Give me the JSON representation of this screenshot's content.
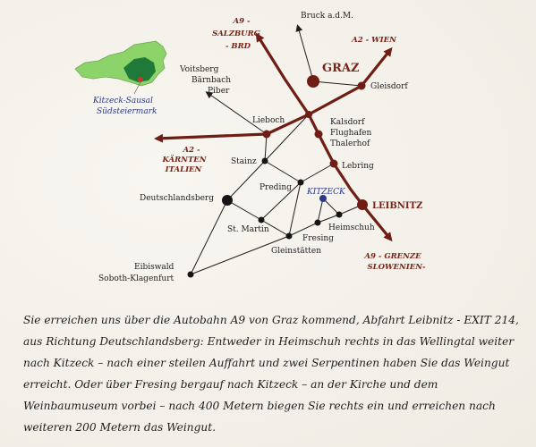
{
  "colors": {
    "motorway": "#6e1e14",
    "road": "#1f1f1f",
    "town": "#151515",
    "kitzeck": "#2a3a8a",
    "austria_fill": "#8cd46a",
    "region_fill": "#1f7a3a"
  },
  "inset": {
    "label_line1": "Kitzeck-Sausal",
    "label_line2": "Südsteiermark"
  },
  "motorways": {
    "a9_salzburg_line1": "A9 -",
    "a9_salzburg_line2": "SALZBURG",
    "a9_salzburg_line3": "- BRD",
    "a2_wien": "A2 - WIEN",
    "a2_kaernten_line1": "A2 -",
    "a2_kaernten_line2": "KÄRNTEN",
    "a2_kaernten_line3": "ITALIEN",
    "a9_grenze_line1": "A9 - GRENZE",
    "a9_grenze_line2": "SLOWENIEN-"
  },
  "places": {
    "graz": "GRAZ",
    "leibnitz": "LEIBNITZ",
    "bruck": "Bruck a.d.M.",
    "gleisdorf": "Gleisdorf",
    "voitsberg": "Voitsberg",
    "baernbach": "Bärnbach",
    "piber": "Piber",
    "lieboch": "Lieboch",
    "kalsdorf": "Kalsdorf",
    "flughafen": "Flughafen",
    "thalerhof": "Thalerhof",
    "stainz": "Stainz",
    "lebring": "Lebring",
    "preding": "Preding",
    "kitzeck": "KITZECK",
    "deutschlandsberg": "Deutschlandsberg",
    "st_martin": "St. Martin",
    "heimschuh": "Heimschuh",
    "fresing": "Fresing",
    "gleinstaetten": "Gleinstätten",
    "eibiswald": "Eibiswald",
    "soboth": "Soboth-Klagenfurt"
  },
  "directions": {
    "text": "Sie erreichen uns über die Autobahn A9 von Graz kommend, Abfahrt Leibnitz - EXIT 214, aus Richtung Deutschlandsberg: Entweder in Heimschuh rechts in das Wellingtal weiter nach Kitzeck – nach einer steilen Auffahrt und zwei Serpentinen haben Sie das Weingut erreicht. Oder über Fresing bergauf nach Kitzeck – an der Kirche und dem Weinbaumuseum vorbei – nach 400 Metern biegen Sie rechts ein und erreichen nach weiteren 200 Metern das Weingut."
  }
}
